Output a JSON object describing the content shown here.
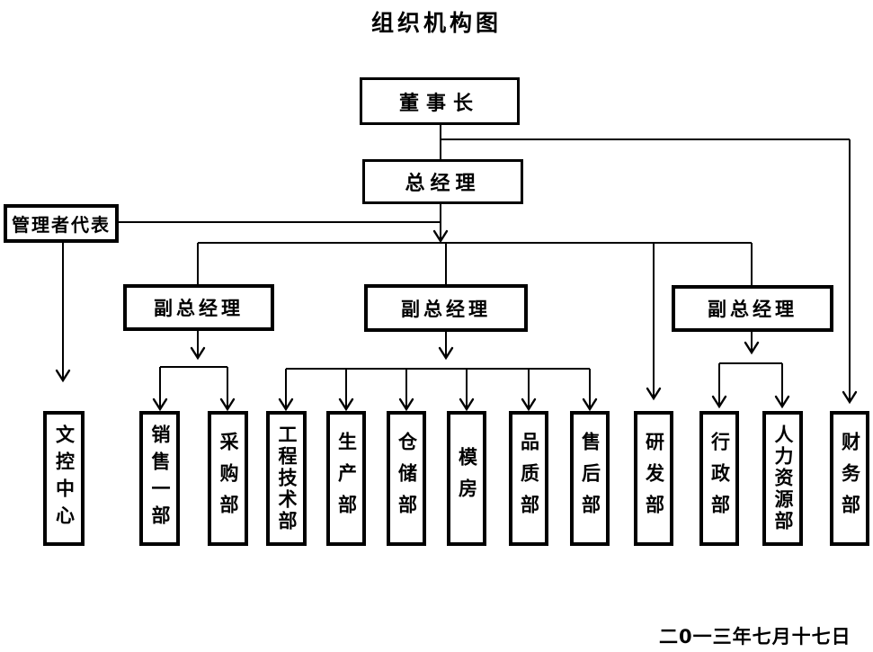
{
  "title": "组织机构图",
  "date": "二0一三年七月十七日",
  "nodes": {
    "chairman": "董事长",
    "general_manager": "总经理",
    "management_rep": "管理者代表",
    "vice_gm_1": "副总经理",
    "vice_gm_2": "副总经理",
    "vice_gm_3": "副总经理"
  },
  "departments": [
    {
      "label": "文控中心"
    },
    {
      "label": "销售一部"
    },
    {
      "label": "采购部"
    },
    {
      "label": "工程技术部"
    },
    {
      "label": "生产部"
    },
    {
      "label": "仓储部"
    },
    {
      "label": "模房"
    },
    {
      "label": "品质部"
    },
    {
      "label": "售后部"
    },
    {
      "label": "研发部"
    },
    {
      "label": "行政部"
    },
    {
      "label": "人力资源部"
    },
    {
      "label": "财务部"
    }
  ],
  "colors": {
    "line": "#000000",
    "background": "#ffffff"
  }
}
